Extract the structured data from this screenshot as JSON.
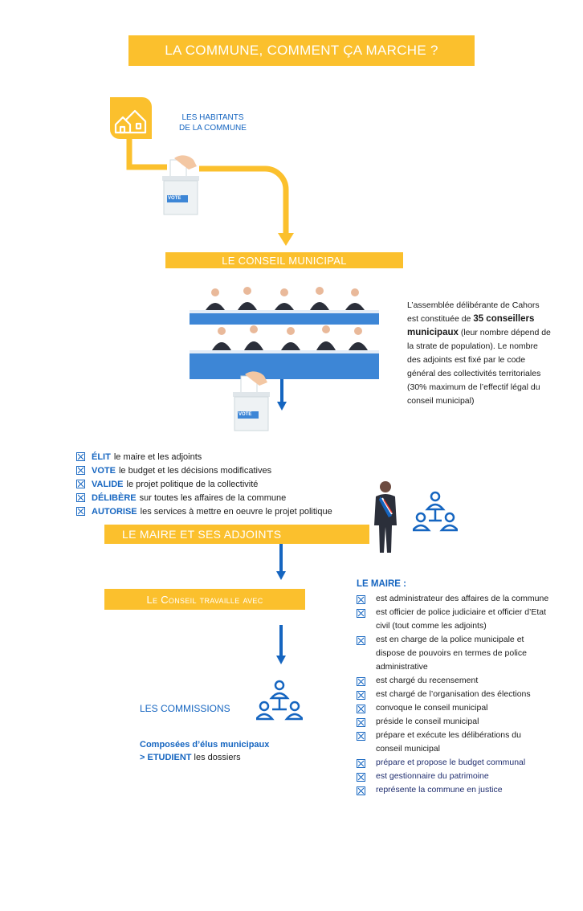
{
  "title": "LA COMMUNE, COMMENT ÇA MARCHE ?",
  "inhabitants": {
    "line1": "LES HABITANTS",
    "line2": "DE LA COMMUNE"
  },
  "vote_label": "VOTE",
  "conseil_title": "LE CONSEIL MUNICIPAL",
  "assembly_text": {
    "p1": "L’assemblée délibérante de Cahors est constituée de ",
    "bold": "35 conseillers municipaux",
    "p2": " (leur nombre dépend de la strate de population). Le nombre des adjoints est fixé par le code général des collectivités territoriales (30% maximum de l’effectif légal du conseil municipal)"
  },
  "actions": [
    {
      "verb": "ÉLIT",
      "text": "le maire et les adjoints"
    },
    {
      "verb": "VOTE",
      "text": "le budget et les décisions modificatives"
    },
    {
      "verb": "VALIDE",
      "text": "le projet politique de la collectivité"
    },
    {
      "verb": "DÉLIBÈRE",
      "text": "sur toutes les affaires de la commune"
    },
    {
      "verb": "AUTORISE",
      "text": "les services à mettre en oeuvre le projet politique"
    }
  ],
  "maire_banner": "LE MAIRE ET SES ADJOINTS",
  "conseil_travaille": "Le Conseil travaille avec",
  "commissions": {
    "title": "LES COMMISSIONS",
    "line1": "Composées d’élus municipaux",
    "line2_bold": "> ETUDIENT",
    "line2_rest": " les dossiers"
  },
  "maire": {
    "title": "LE MAIRE :",
    "items": [
      "est administrateur des affaires de la commune",
      "est officier de police judiciaire et officier d’Etat civil (tout comme les adjoints)",
      "est en charge de la police municipale et dispose de pouvoirs en termes de police administrative",
      "est chargé du recensement",
      "est chargé de l’organisation des élections",
      "convoque le conseil municipal",
      "préside le conseil municipal",
      "prépare et exécute les délibérations du conseil municipal",
      "prépare et propose le budget communal",
      "est gestionnaire du patrimoine",
      "représente la commune en justice"
    ]
  },
  "colors": {
    "yellow": "#fbc02d",
    "blue": "#1565c0",
    "desk_blue": "#3d86d6",
    "navy": "#1f2d6e"
  }
}
